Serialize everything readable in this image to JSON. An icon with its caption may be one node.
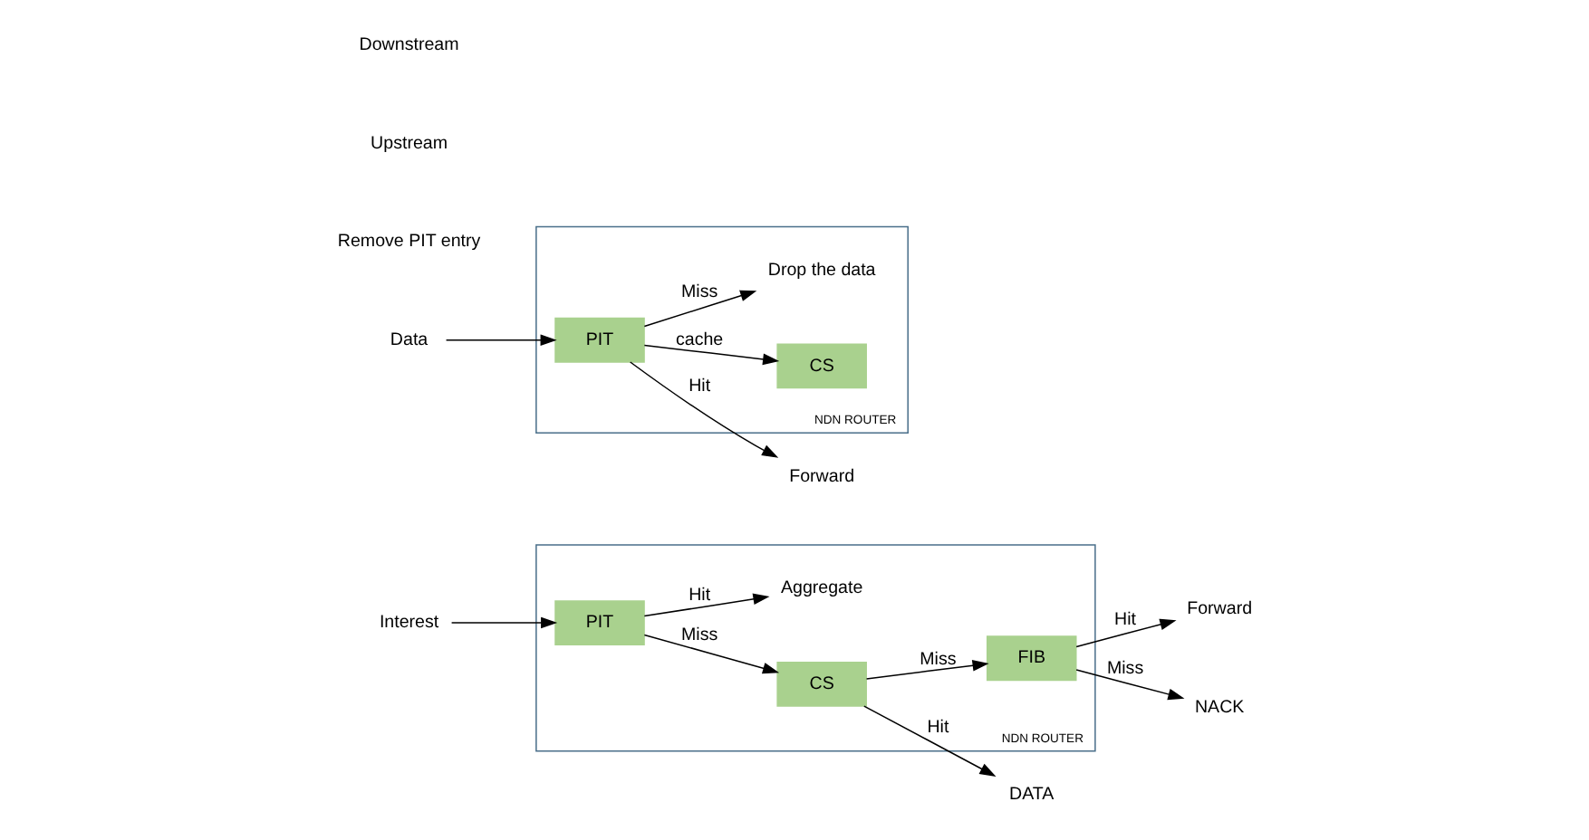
{
  "diagram": {
    "nodes": [
      {
        "text": [
          "NDN ROUTER"
        ]
      },
      {
        "text": [
          "PIT"
        ],
        "in": 0
      },
      {
        "text": [
          "CS"
        ],
        "in": 0
      },
      {
        "text": [
          "FIB"
        ],
        "in": 0
      },
      {
        "text": [
          "Aggregate"
        ],
        "in": 0
      },
      {
        "text": [
          "Interest"
        ]
      },
      {
        "text": [
          "Forward"
        ]
      },
      {
        "text": [
          "DATA"
        ]
      },
      {
        "text": [
          "NACK"
        ]
      },
      {
        "text": [
          "NDN ROUTER"
        ]
      },
      {
        "text": [
          "PIT"
        ],
        "in": 9
      },
      {
        "text": [
          "CS"
        ],
        "in": 9
      },
      {
        "text": [
          "Drop the data"
        ],
        "in": 9
      },
      {
        "text": [
          "Data"
        ]
      },
      {
        "text": [
          "Forward"
        ]
      }
    ],
    "edges": [
      {
        "from": 5,
        "to": 1,
        "arrow": "to"
      },
      {
        "from": 1,
        "to": 2,
        "arrow": "to",
        "label": "Miss"
      },
      {
        "from": 2,
        "to": 3,
        "arrow": "to",
        "label": "Miss"
      },
      {
        "from": 3,
        "to": 6,
        "arrow": "to",
        "label": "Hit"
      },
      {
        "from": 1,
        "to": 4,
        "arrow": "to",
        "label": "Hit"
      },
      {
        "from": 2,
        "to": 7,
        "arrow": "to",
        "label": "Hit"
      },
      {
        "from": 3,
        "to": 8,
        "arrow": "to",
        "label": "Miss"
      },
      {
        "from": 13,
        "to": 10,
        "arrow": "to"
      },
      {
        "from": 10,
        "to": 14,
        "arrow": "to",
        "label": "Hit"
      },
      {
        "from": 10,
        "to": 11,
        "arrow": "to",
        "label": "cache"
      },
      {
        "from": 10,
        "to": 12,
        "arrow": "to",
        "label": "Miss"
      }
    ],
    "labels": [
      "Remove PIT entry",
      "Upstream",
      "Downstream"
    ]
  }
}
